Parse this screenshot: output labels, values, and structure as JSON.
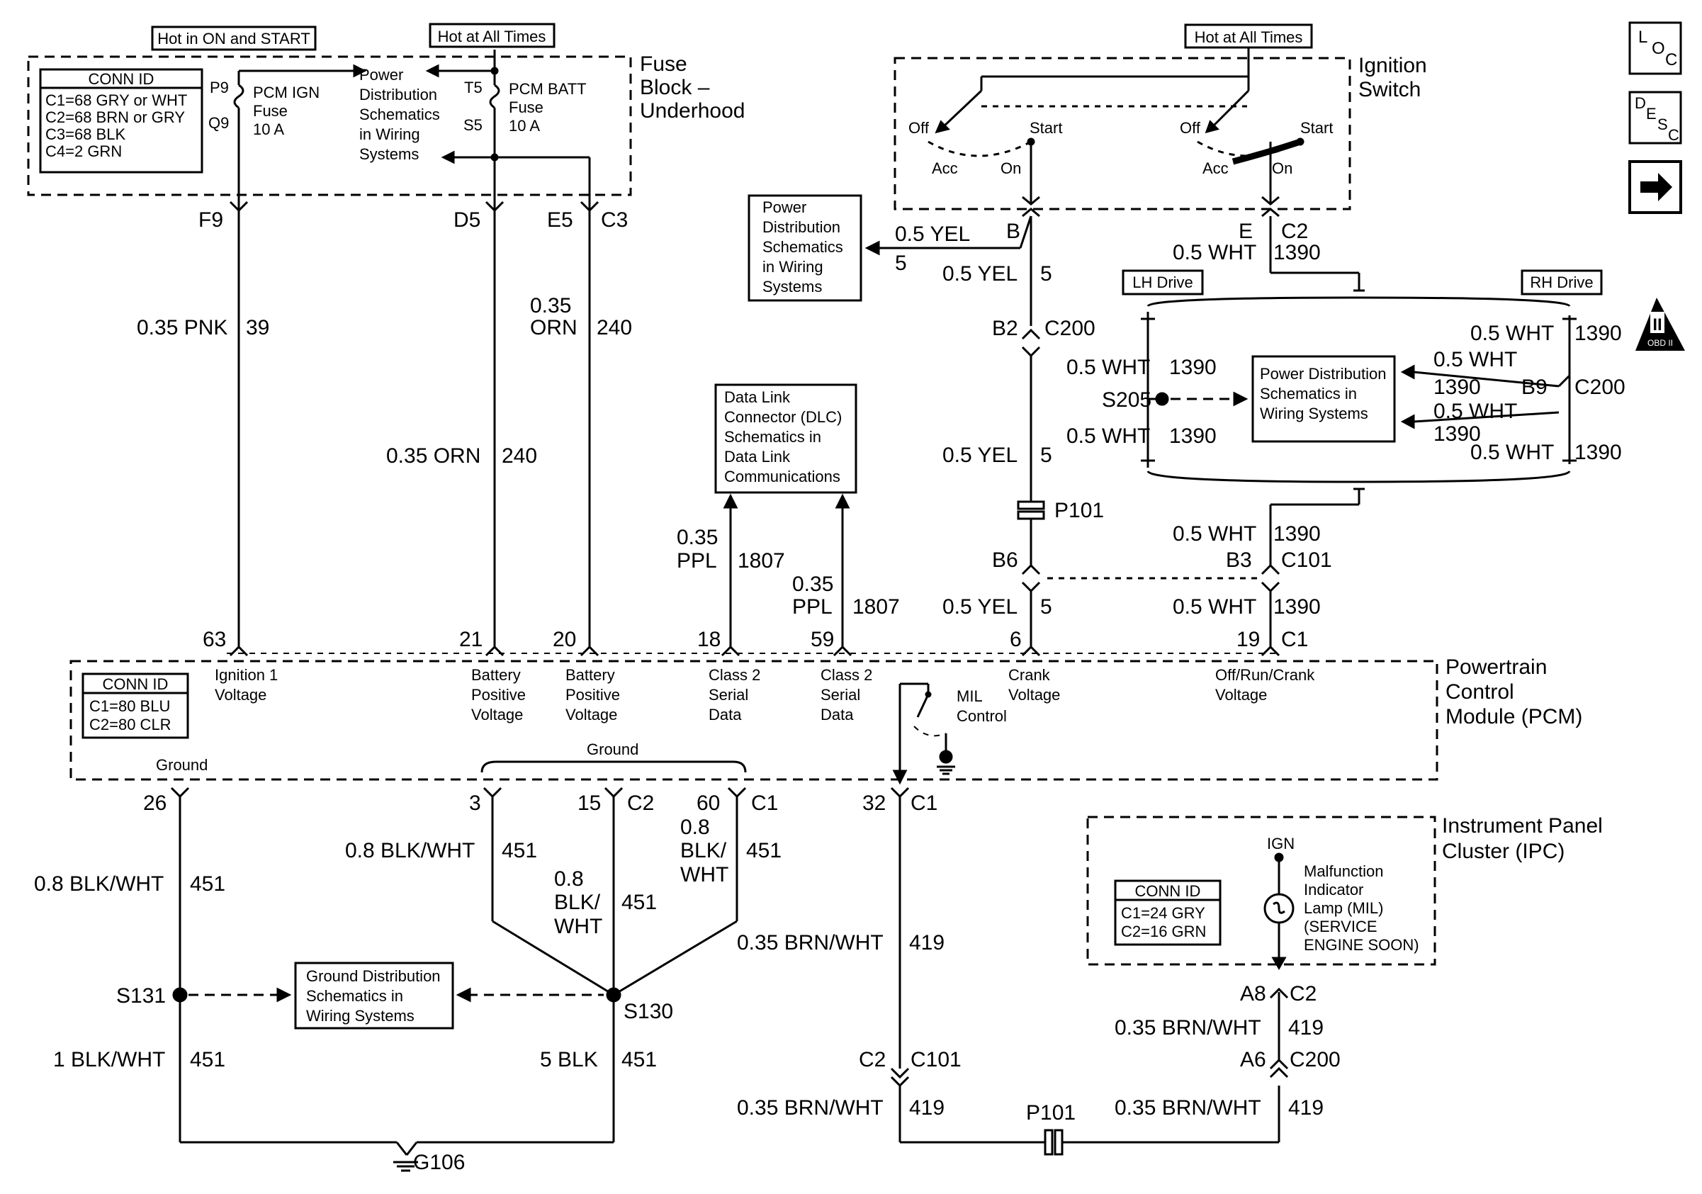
{
  "hot_on_start": "Hot in ON and START",
  "hot_all_times_1": "Hot at All Times",
  "hot_all_times_2": "Hot at All Times",
  "conn_fuse": {
    "title": "CONN ID",
    "lines": [
      "C1=68 GRY or WHT",
      "C2=68 BRN or GRY",
      "C3=68 BLK",
      "C4=2 GRN"
    ]
  },
  "fuse_block": [
    "Fuse",
    "Block –",
    "Underhood"
  ],
  "fuse_ign": {
    "top": "P9",
    "bot": "Q9",
    "label": [
      "PCM IGN",
      "Fuse",
      "10 A"
    ]
  },
  "fuse_batt": {
    "top": "T5",
    "bot": "S5",
    "label": [
      "PCM BATT",
      "Fuse",
      "10 A"
    ]
  },
  "power_dist_top": [
    "Power",
    "Distribution",
    "Schematics",
    "in Wiring",
    "Systems"
  ],
  "pins_fuse": [
    "F9",
    "D5",
    "E5",
    "C3"
  ],
  "ignition_switch": [
    "Ignition",
    "Switch"
  ],
  "sw_pos": {
    "off": "Off",
    "start": "Start",
    "acc": "Acc",
    "on": "On"
  },
  "power_dist_mid": [
    "Power",
    "Distribution",
    "Schematics",
    "in Wiring",
    "Systems"
  ],
  "dlc_box": [
    "Data Link",
    "Connector (DLC)",
    "Schematics in",
    "Data Link",
    "Communications"
  ],
  "power_dist_right": [
    "Power Distribution",
    "Schematics in",
    "Wiring Systems"
  ],
  "lh_drive": "LH Drive",
  "rh_drive": "RH Drive",
  "obd": "OBD II",
  "loc_icon": [
    "L",
    "O",
    "C"
  ],
  "desc_icon": [
    "D",
    "E",
    "S",
    "C"
  ],
  "wire_labels": {
    "w1": [
      "0.35 PNK",
      "39"
    ],
    "w2": [
      "0.35 ORN",
      "240"
    ],
    "w3a": "0.35",
    "w3b": "ORN",
    "w3c": "240",
    "w4a": "0.35",
    "w4b": "PPL",
    "w4c": "1807",
    "w5a": "0.35",
    "w5b": "PPL",
    "w5c": "1807",
    "yel_b": [
      "0.5 YEL",
      "B"
    ],
    "yel_5": "5",
    "yel_1": [
      "0.5 YEL",
      "5"
    ],
    "yel_2": [
      "0.5 YEL",
      "5"
    ],
    "yel_3": [
      "0.5 YEL",
      "5"
    ],
    "wht_e": [
      "E",
      "C2"
    ],
    "wht_1": [
      "0.5 WHT",
      "1390"
    ],
    "wht_2": [
      "0.5 WHT",
      "1390"
    ],
    "wht_3": [
      "0.5 WHT",
      "1390"
    ],
    "wht_4": [
      "0.5 WHT",
      "1390"
    ],
    "wht_5": [
      "0.5 WHT",
      "1390"
    ],
    "wht_r1": [
      "0.5 WHT",
      "1390"
    ],
    "wht_r2": [
      "0.5 WHT",
      "1390"
    ],
    "wht_r3": [
      "0.5 WHT",
      "1390"
    ],
    "wht_r4": [
      "0.5 WHT",
      "1390"
    ],
    "b9": "B9",
    "c200r": "C200"
  },
  "connectors": {
    "b2": "B2",
    "c200": "C200",
    "s205": "S205",
    "p101": "P101",
    "b6": "B6",
    "b3": "B3",
    "c101": "C101"
  },
  "pcm_pins": [
    "63",
    "21",
    "20",
    "18",
    "59",
    "6",
    "19",
    "C1"
  ],
  "pcm_labels": [
    [
      "Ignition 1",
      "Voltage"
    ],
    [
      "Battery",
      "Positive",
      "Voltage"
    ],
    [
      "Battery",
      "Positive",
      "Voltage"
    ],
    [
      "Class 2",
      "Serial",
      "Data"
    ],
    [
      "Class 2",
      "Serial",
      "Data"
    ],
    [
      "Crank",
      "Voltage"
    ],
    [
      "Off/Run/Crank",
      "Voltage"
    ]
  ],
  "conn_pcm": {
    "title": "CONN ID",
    "lines": [
      "C1=80 BLU",
      "C2=80 CLR"
    ]
  },
  "pcm_title": [
    "Powertrain",
    "Control",
    "Module (PCM)"
  ],
  "mil_control": [
    "MIL",
    "Control"
  ],
  "ground_1": "Ground",
  "ground_2": "Ground",
  "pcm_bottom_pins": {
    "p26": "26",
    "p3": "3",
    "p15": "15",
    "c2": "C2",
    "p60": "60",
    "c1": "C1",
    "p32": "32",
    "c1b": "C1"
  },
  "ground_wires": {
    "g1": [
      "0.8 BLK/WHT",
      "451"
    ],
    "g2": [
      "0.8 BLK/WHT",
      "451"
    ],
    "g3": [
      "0.8",
      "BLK/",
      "WHT",
      "451"
    ],
    "g4": [
      "0.8",
      "BLK/",
      "WHT",
      "451"
    ],
    "g5": [
      "1 BLK/WHT",
      "451"
    ],
    "g6": [
      "5 BLK",
      "451"
    ]
  },
  "s131": "S131",
  "s130": "S130",
  "g106": "G106",
  "ground_dist": [
    "Ground Distribution",
    "Schematics in",
    "Wiring Systems"
  ],
  "brn_wires": {
    "b1": [
      "0.35 BRN/WHT",
      "419"
    ],
    "b2": [
      "0.35 BRN/WHT",
      "419"
    ],
    "b3": [
      "0.35 BRN/WHT",
      "419"
    ],
    "b4": [
      "0.35 BRN/WHT",
      "419"
    ]
  },
  "ipc": {
    "title": [
      "Instrument Panel",
      "Cluster (IPC)"
    ],
    "conn_title": "CONN ID",
    "conn_lines": [
      "C1=24 GRY",
      "C2=16 GRN"
    ],
    "ign": "IGN",
    "mil": [
      "Malfunction",
      "Indicator",
      "Lamp (MIL)",
      "(SERVICE",
      "ENGINE SOON)"
    ],
    "a8": "A8",
    "c2": "C2",
    "a6": "A6",
    "c200": "C200"
  },
  "bottom_conn": {
    "c2": "C2",
    "c101": "C101",
    "p101": "P101"
  }
}
